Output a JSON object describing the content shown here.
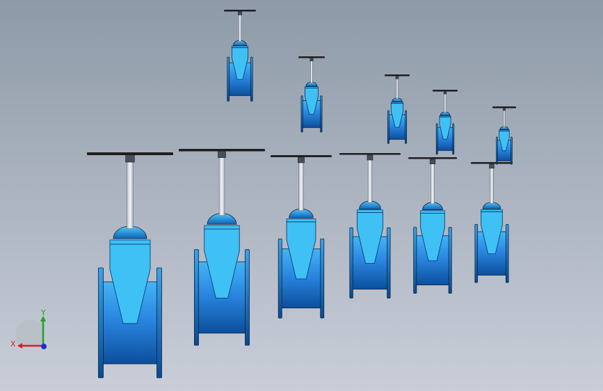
{
  "viewport": {
    "background_top": "#8e9aa8",
    "background_bottom": "#c9ced8"
  },
  "colors": {
    "body_dark": "#0b4f9c",
    "body_mid": "#2b86e0",
    "body_light": "#45b4f4",
    "wedge_fill": "#3fc1f5",
    "wedge_edge": "#0a3f78",
    "bonnet_dark": "#0d63b8",
    "bonnet_light": "#56c6f7",
    "stem": "#e8ecf2",
    "stem_edge": "#6d7583",
    "handwheel": "#1e1e1e",
    "outline": "#08243f"
  },
  "valves": [
    {
      "id": "valve-large-1"
    },
    {
      "id": "valve-large-2"
    },
    {
      "id": "valve-large-3"
    },
    {
      "id": "valve-large-4"
    },
    {
      "id": "valve-large-5"
    },
    {
      "id": "valve-large-6"
    },
    {
      "id": "valve-small-1"
    },
    {
      "id": "valve-small-2"
    },
    {
      "id": "valve-small-3"
    },
    {
      "id": "valve-small-4"
    },
    {
      "id": "valve-small-5"
    }
  ],
  "triad": {
    "x_label": "X",
    "y_label": "Y",
    "x_color": "#d8201c",
    "y_color": "#1ea31e",
    "z_color": "#1f2fd6"
  }
}
